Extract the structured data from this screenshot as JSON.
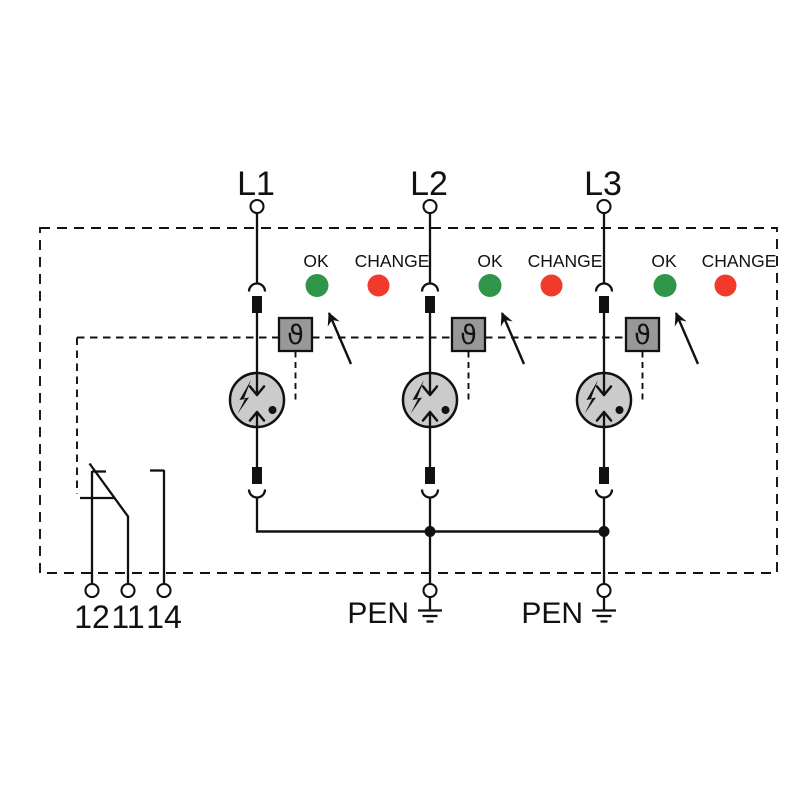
{
  "diagram": {
    "phases": [
      {
        "label": "L1",
        "ok_label": "OK",
        "change_label": "CHANGE"
      },
      {
        "label": "L2",
        "ok_label": "OK",
        "change_label": "CHANGE"
      },
      {
        "label": "L3",
        "ok_label": "OK",
        "change_label": "CHANGE"
      }
    ],
    "theta_symbol": "ϑ",
    "remote_contact": {
      "terminal_12": "12",
      "terminal_11": "11",
      "terminal_14": "14"
    },
    "pen_terminals": [
      {
        "label": "PEN"
      },
      {
        "label": "PEN"
      }
    ],
    "colors": {
      "ok_led": "#2E9549",
      "change_led": "#F13A2C",
      "line": "#111111",
      "theta_box_fill": "#989898",
      "spd_body_fill": "#cbcbcb"
    }
  }
}
